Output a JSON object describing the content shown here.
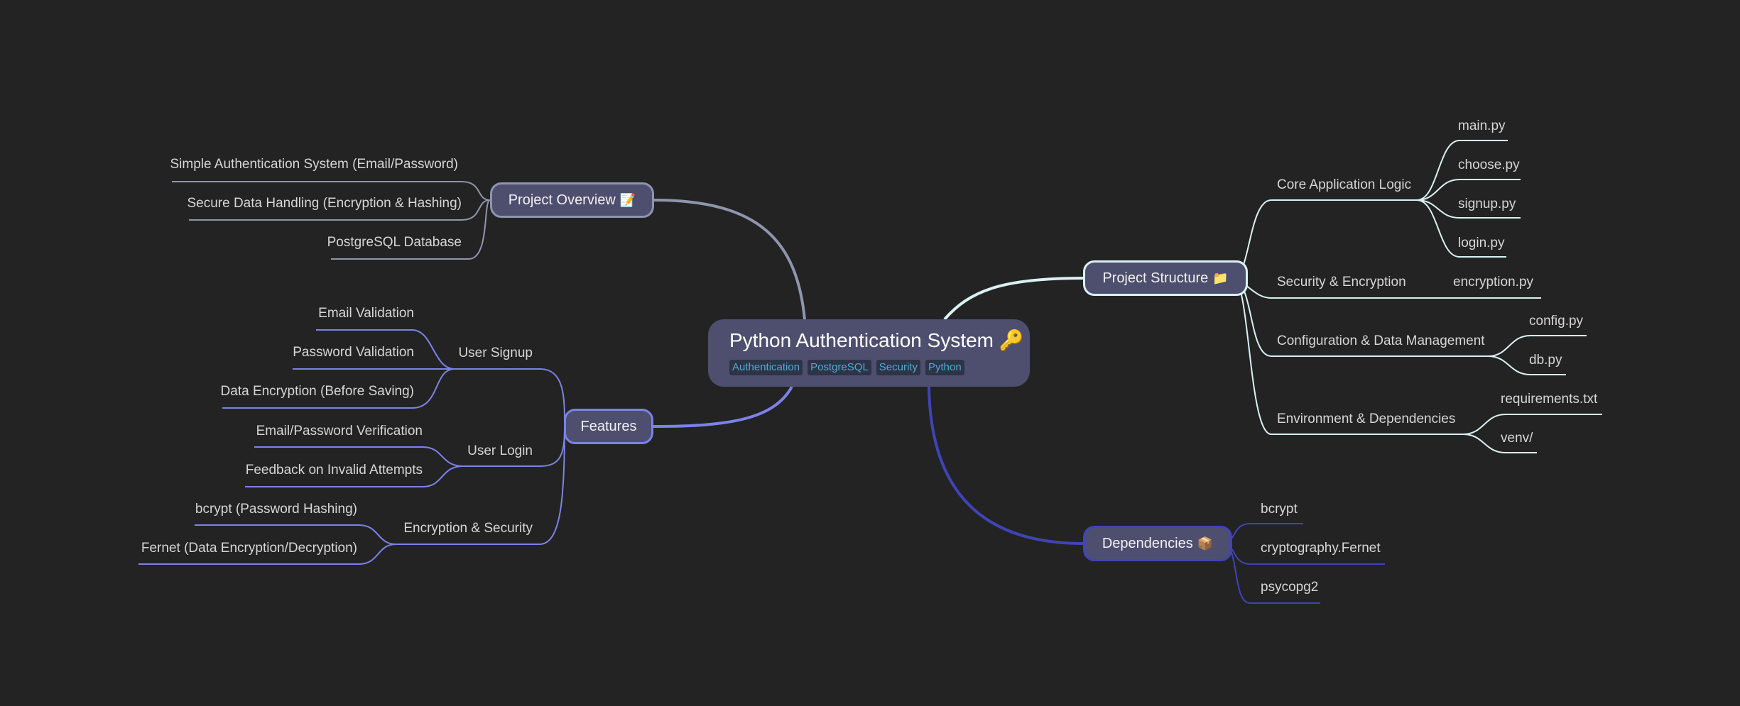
{
  "root": {
    "title": "Python Authentication System",
    "emoji": "🔑",
    "tags": [
      "Authentication",
      "PostgreSQL",
      "Security",
      "Python"
    ]
  },
  "branches": {
    "overview": {
      "label": "Project Overview",
      "emoji": "📝",
      "color": "#8e95ad",
      "children": [
        "Simple Authentication System (Email/Password)",
        "Secure Data Handling (Encryption & Hashing)",
        "PostgreSQL Database"
      ]
    },
    "features": {
      "label": "Features",
      "color": "#7b83e8",
      "groups": [
        {
          "label": "User Signup",
          "children": [
            "Email Validation",
            "Password Validation",
            "Data Encryption (Before Saving)"
          ]
        },
        {
          "label": "User Login",
          "children": [
            "Email/Password Verification",
            "Feedback on Invalid Attempts"
          ]
        },
        {
          "label": "Encryption & Security",
          "children": [
            "bcrypt (Password Hashing)",
            "Fernet (Data Encryption/Decryption)"
          ]
        }
      ]
    },
    "structure": {
      "label": "Project Structure",
      "emoji": "📁",
      "color": "#d9f1f3",
      "groups": [
        {
          "label": "Core Application Logic",
          "children": [
            "main.py",
            "choose.py",
            "signup.py",
            "login.py"
          ]
        },
        {
          "label": "Security & Encryption",
          "children": [
            "encryption.py"
          ]
        },
        {
          "label": "Configuration & Data Management",
          "children": [
            "config.py",
            "db.py"
          ]
        },
        {
          "label": "Environment & Dependencies",
          "children": [
            "requirements.txt",
            "venv/"
          ]
        }
      ]
    },
    "dependencies": {
      "label": "Dependencies",
      "emoji": "📦",
      "color": "#3f44b6",
      "children": [
        "bcrypt",
        "cryptography.Fernet",
        "psycopg2"
      ]
    }
  }
}
